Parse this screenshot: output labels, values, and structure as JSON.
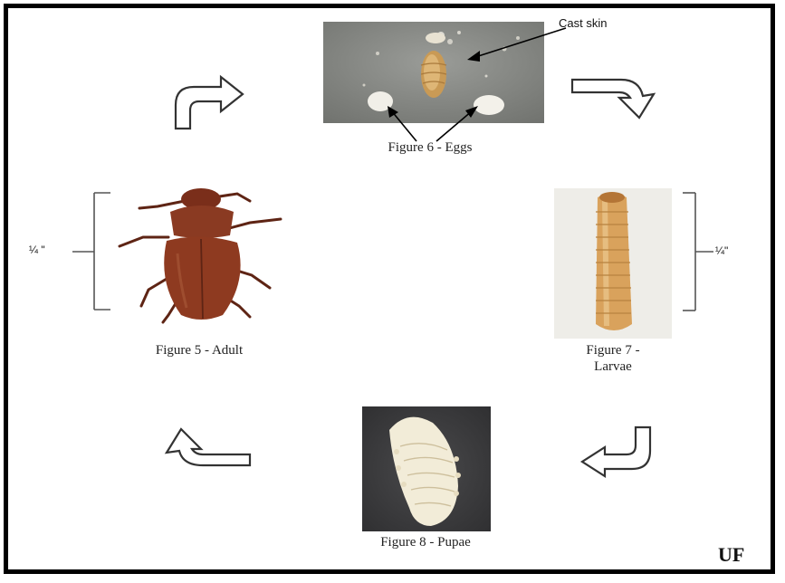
{
  "figures": {
    "eggs": {
      "caption": "Figure 6 - Eggs",
      "annotation": "Cast skin"
    },
    "larvae": {
      "caption_line1": "Figure 7 -",
      "caption_line2": "Larvae",
      "scale": "¼\""
    },
    "pupae": {
      "caption": "Figure 8 - Pupae"
    },
    "adult": {
      "caption": "Figure 5 - Adult",
      "scale": "¼ \""
    }
  },
  "logo": "UF",
  "icons": {
    "arrow_top_left": "curved-arrow-icon",
    "arrow_top_right": "curved-arrow-icon",
    "arrow_bottom_right": "curved-arrow-icon",
    "arrow_bottom_left": "curved-arrow-icon"
  },
  "colors": {
    "frame": "#000000",
    "egg_photo_bg": "#8a8c88",
    "pupa_photo_bg": "#3e3e40",
    "larva_photo_bg": "#ecebe6",
    "beetle": "#8a3a22",
    "larva": "#d7a25e",
    "pupa": "#f2ecd8"
  }
}
